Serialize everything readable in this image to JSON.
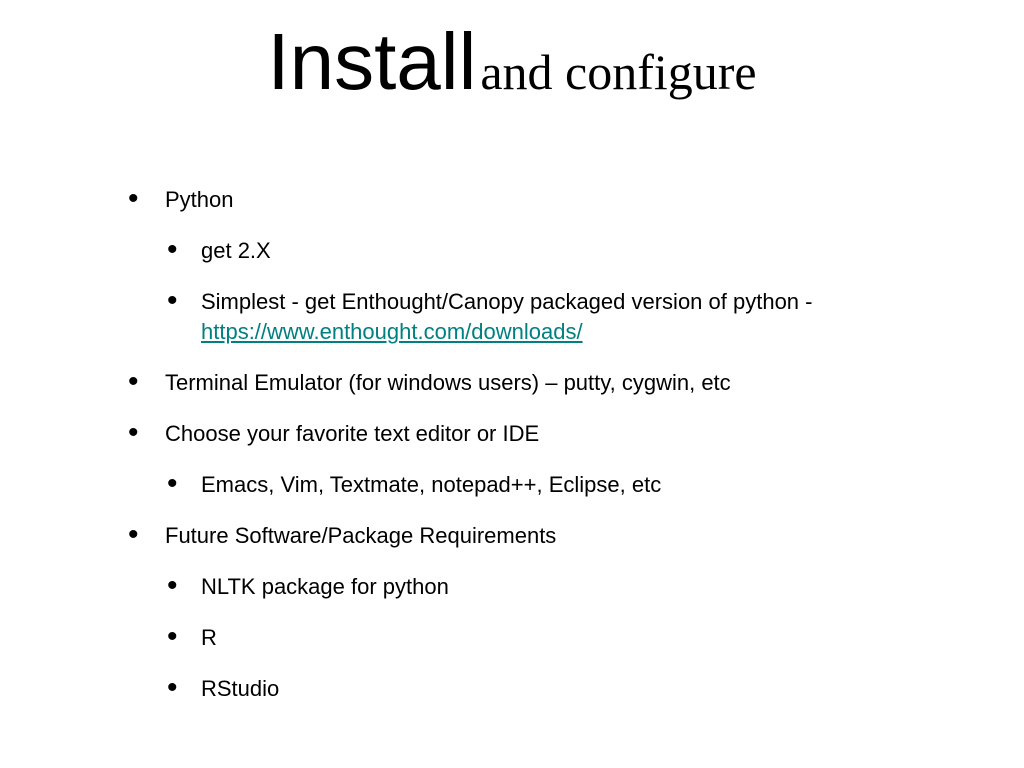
{
  "slide": {
    "title_main": "Install",
    "title_sub": "and configure",
    "bullet_glyph": "•",
    "items": {
      "python": "Python",
      "get_2x": "get 2.X",
      "simplest": "Simplest - get Enthought/Canopy packaged version of python -",
      "enthought_link": "https://www.enthought.com/downloads/",
      "terminal": "Terminal Emulator (for windows users) – putty, cygwin, etc",
      "editor": "Choose your favorite text editor or IDE",
      "editors_list": "Emacs, Vim, Textmate, notepad++, Eclipse, etc",
      "future": "Future Software/Package Requirements",
      "nltk": "NLTK package for python",
      "r": "R",
      "rstudio": "RStudio"
    },
    "link_color": "#008080"
  }
}
